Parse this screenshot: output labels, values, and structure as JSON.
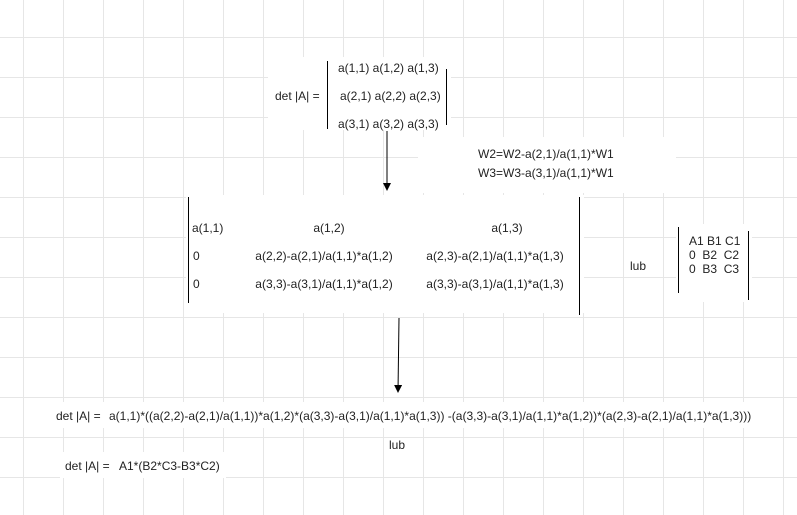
{
  "matrix_a": {
    "label": "det |A| =",
    "rows": [
      "a(1,1) a(1,2) a(1,3)",
      "a(2,1) a(2,2) a(2,3)",
      "a(3,1) a(3,2) a(3,3)"
    ]
  },
  "row_ops": [
    "W2=W2-a(2,1)/a(1,1)*W1",
    "W3=W3-a(3,1)/a(1,1)*W1"
  ],
  "matrix_b": {
    "cells": [
      [
        "a(1,1)",
        "a(1,2)",
        "a(1,3)"
      ],
      [
        "0",
        "a(2,2)-a(2,1)/a(1,1)*a(1,2)",
        "a(2,3)-a(2,1)/a(1,1)*a(1,3)"
      ],
      [
        "0",
        "a(3,3)-a(3,1)/a(1,1)*a(1,2)",
        "a(3,3)-a(3,1)/a(1,1)*a(1,3)"
      ]
    ]
  },
  "lub_right": "lub",
  "matrix_c": {
    "rows": [
      "A1 B1 C1",
      "0  B2  C2",
      "0  B3  C3"
    ]
  },
  "formula_full": {
    "label": "det |A| =",
    "expr": "a(1,1)*((a(2,2)-a(2,1)/a(1,1))*a(1,2)*(a(3,3)-a(3,1)/a(1,1)*a(1,3)) -(a(3,3)-a(3,1)/a(1,1)*a(1,2))*(a(2,3)-a(2,1)/a(1,1)*a(1,3)))"
  },
  "lub_bottom": "lub",
  "formula_short": {
    "label": "det |A| =",
    "expr": "A1*(B2*C3-B3*C2)"
  }
}
